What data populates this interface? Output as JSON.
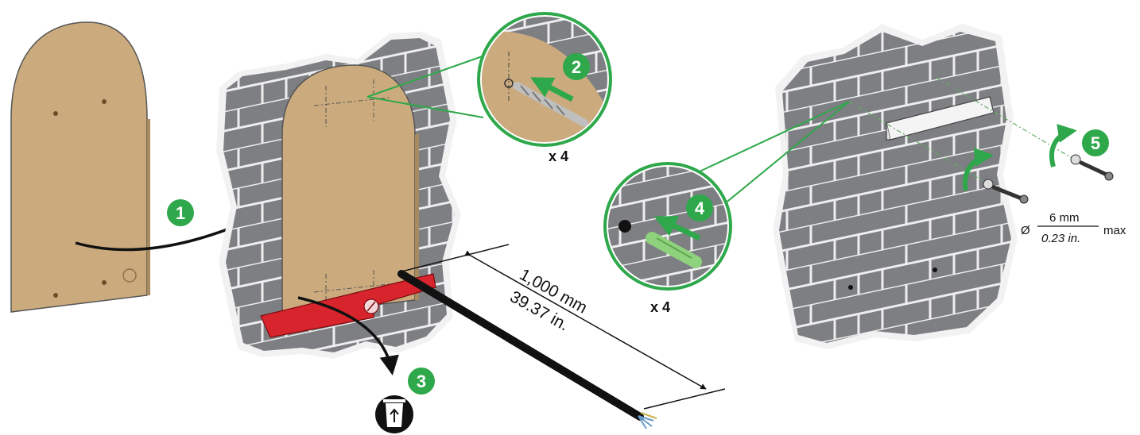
{
  "steps": [
    "1",
    "2",
    "3",
    "4",
    "5"
  ],
  "labels": {
    "drill_count": "x 4",
    "anchor_count": "x 4",
    "cable_length_mm": "1,000 mm",
    "cable_length_in": "39.37 in.",
    "diameter_symbol": "Ø",
    "screw_diameter_mm": "6 mm",
    "screw_diameter_in": "0.23 in.",
    "screw_max": "max"
  },
  "colors": {
    "step_badge": "#2ea84a",
    "template_board": "#cbab7d",
    "wall": "#7d7f83",
    "level": "#d8242c",
    "anchor": "#8fd27e",
    "cable": "#111111"
  },
  "icons": {
    "recycle": "recycle-bin-icon",
    "drill_bit": "drill-bit-icon",
    "screw": "screw-icon",
    "anchor": "wall-anchor-icon",
    "spirit_level": "spirit-level-icon"
  }
}
